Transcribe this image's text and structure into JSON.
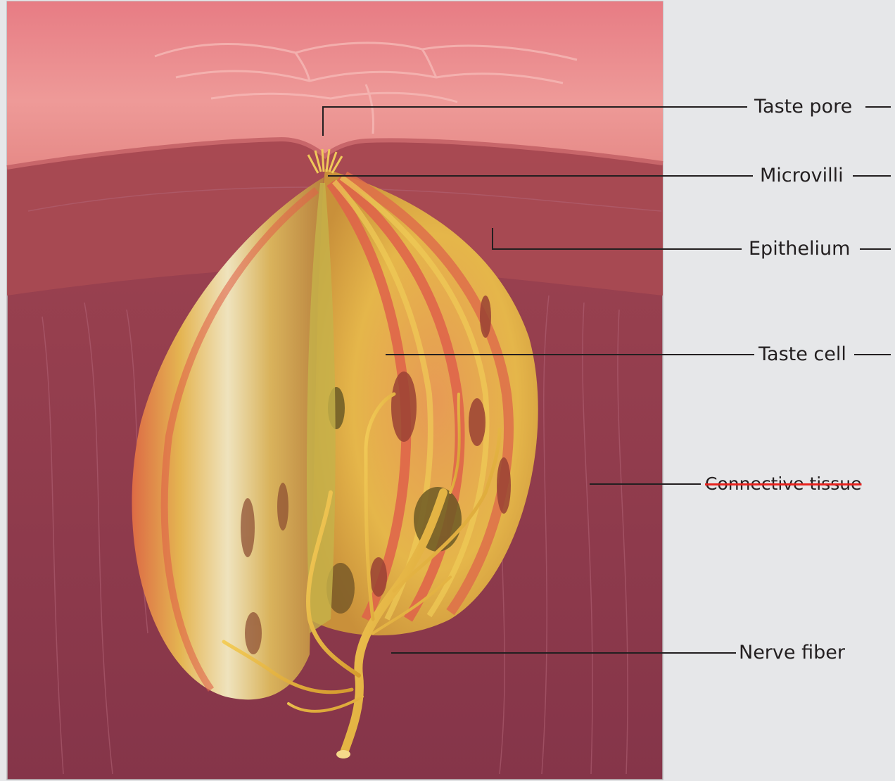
{
  "figure": {
    "labels": {
      "taste_pore": "Taste pore",
      "microvilli": "Microvilli",
      "epithelium": "Epithelium",
      "taste_cell": "Taste cell",
      "connective_tissue": "Connective tissue",
      "nerve_fiber": "Nerve fiber"
    },
    "colors": {
      "background": "#e6e7e9",
      "surface_pink": "#e9858a",
      "epithelium": "#a8474f",
      "connective_tissue": "#8f3a4c",
      "bud_yellow": "#e8c24a",
      "bud_red": "#e0624a",
      "bud_cream": "#efe2b5",
      "nerve": "#e8b740",
      "leader_line": "#231f20",
      "strike": "#e8231e"
    }
  }
}
